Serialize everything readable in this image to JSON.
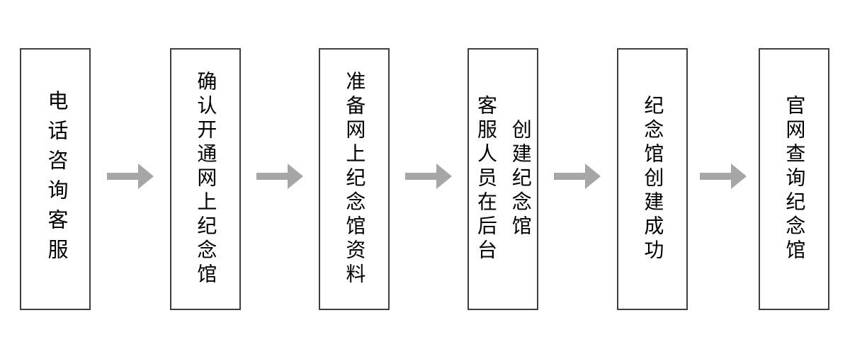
{
  "flow": {
    "direction": "left-to-right",
    "steps": [
      {
        "lines": [
          "电话咨询客服"
        ]
      },
      {
        "lines": [
          "确认开通网上纪念馆"
        ]
      },
      {
        "lines": [
          "准备网上纪念馆资料"
        ]
      },
      {
        "lines": [
          "客服人员在后台",
          "创建纪念馆"
        ]
      },
      {
        "lines": [
          "纪念馆创建成功"
        ]
      },
      {
        "lines": [
          "官网查询纪念馆"
        ]
      }
    ]
  },
  "colors": {
    "background": "#ffffff",
    "box_border": "#3f3f3f",
    "text": "#000000",
    "arrow": "#a6a6a6"
  }
}
